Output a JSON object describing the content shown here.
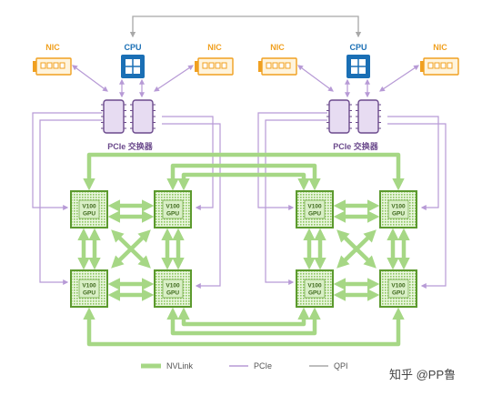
{
  "labels": {
    "nic": "NIC",
    "cpu": "CPU",
    "pcie_switch": "PCIe 交换器",
    "gpu_line1": "V100",
    "gpu_line2": "GPU"
  },
  "legend": {
    "nvlink": "NVLink",
    "pcie": "PCIe",
    "qpi": "QPI"
  },
  "watermark": "知乎 @PP鲁",
  "colors": {
    "nvlink": "#a6d785",
    "nvlink_dark": "#6cb33f",
    "pcie": "#b79ad6",
    "qpi": "#a8a8a8",
    "cpu": "#1a6fb5",
    "nic": "#f0a020",
    "switch_fill": "#e7dcf2",
    "switch_stroke": "#6b4a8c",
    "gpu_fill": "#d9efc6",
    "gpu_stroke": "#5c9a2e"
  },
  "icons": {
    "nic": "network-card-icon",
    "cpu": "cpu-chip-icon",
    "switch": "pcie-switch-icon",
    "gpu": "gpu-chip-icon"
  }
}
